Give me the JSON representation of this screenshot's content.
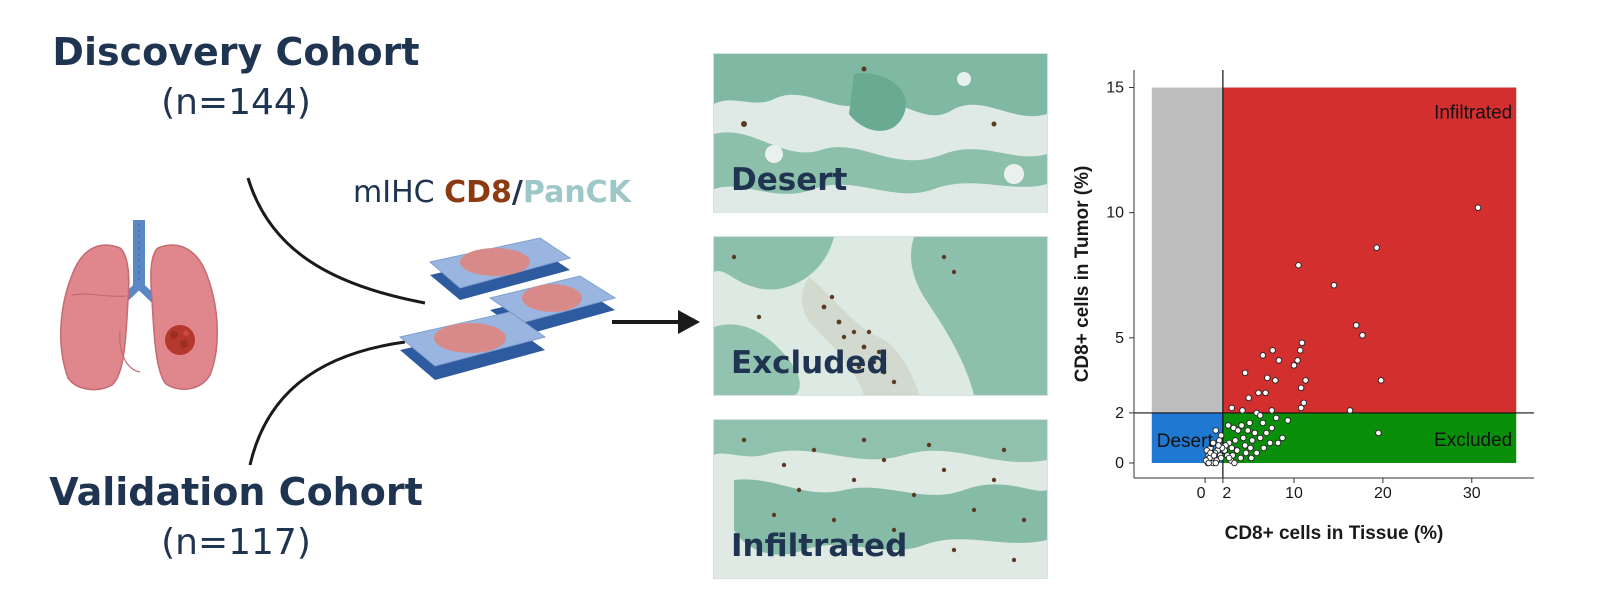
{
  "discovery": {
    "title": "Discovery Cohort",
    "n": "(n=144)"
  },
  "validation": {
    "title": "Validation Cohort",
    "n": "(n=117)"
  },
  "stain": {
    "prefix": "mIHC ",
    "marker1": "CD8",
    "sep": "/",
    "marker2": "PanCK"
  },
  "panels": [
    {
      "label": "Desert"
    },
    {
      "label": "Excluded"
    },
    {
      "label": "Infiltrated"
    }
  ],
  "colors": {
    "navy": "#1f3450",
    "cd8": "#8b3a12",
    "panck": "#9ec8c8",
    "desert_zone": "#bdbdbd",
    "desert_low": "#1f78d1",
    "infiltrated": "#d32f2f",
    "excluded": "#0a8f0a"
  },
  "chart_data": {
    "type": "scatter",
    "xlabel": "CD8+ cells in Tissue (%)",
    "ylabel": "CD8+ cells in Tumor (%)",
    "x_ticks": [
      "0",
      "2",
      "10",
      "20",
      "30"
    ],
    "y_ticks": [
      "0",
      "2",
      "5",
      "10",
      "15"
    ],
    "x_ticks_values": [
      0,
      2,
      10,
      20,
      30
    ],
    "y_ticks_values": [
      0,
      2,
      5,
      10,
      15
    ],
    "xlim": [
      -8,
      37
    ],
    "ylim": [
      -0.6,
      15.7
    ],
    "thresholds": {
      "x": 2,
      "y": 2
    },
    "zones": [
      {
        "name": "Infiltrated"
      },
      {
        "name": "Excluded"
      },
      {
        "name": "Desert"
      }
    ],
    "points": {
      "x": [
        30.7,
        19.3,
        10.5,
        14.5,
        17.0,
        17.7,
        10.9,
        10.7,
        7.6,
        6.5,
        8.3,
        10.4,
        10.0,
        4.5,
        7.0,
        7.9,
        11.3,
        10.8,
        19.8,
        6.0,
        6.8,
        4.9,
        16.3,
        11.1,
        10.8,
        3.0,
        4.2,
        5.8,
        7.5,
        6.2,
        19.5,
        8.0,
        9.3,
        6.5,
        5.0,
        4.1,
        3.2,
        2.6,
        3.7,
        4.8,
        5.6,
        6.9,
        7.5,
        8.7,
        4.3,
        5.3,
        6.2,
        7.3,
        8.2,
        3.4,
        4.5,
        5.1,
        6.6,
        2.7,
        3.6,
        4.6,
        5.8,
        3.1,
        4.0,
        5.2,
        2.3,
        2.9,
        3.3,
        2.5,
        3.0,
        2.2,
        2.7,
        1.8,
        1.2,
        1.6,
        1.9,
        0.9,
        1.4,
        1.1,
        1.7,
        0.6,
        1.0,
        0.8,
        1.3,
        0.4,
        0.7,
        1.5,
        0.3,
        0.5,
        0.2,
        0.9,
        1.2,
        0.6,
        0.1,
        1.8,
        0.4,
        1.0
      ],
      "y": [
        10.2,
        8.6,
        7.9,
        7.1,
        5.5,
        5.1,
        4.8,
        4.5,
        4.5,
        4.3,
        4.1,
        4.1,
        3.9,
        3.6,
        3.4,
        3.3,
        3.3,
        3.0,
        3.3,
        2.8,
        2.8,
        2.6,
        2.1,
        2.4,
        2.2,
        2.2,
        2.1,
        2.0,
        2.1,
        1.9,
        1.2,
        1.8,
        1.7,
        1.6,
        1.6,
        1.5,
        1.4,
        1.5,
        1.3,
        1.3,
        1.2,
        1.2,
        1.4,
        1.0,
        1.0,
        0.9,
        1.0,
        0.8,
        0.8,
        0.9,
        0.7,
        0.6,
        0.6,
        0.8,
        0.5,
        0.4,
        0.4,
        0.3,
        0.2,
        0.2,
        0.7,
        0.1,
        0.0,
        0.3,
        0.6,
        0.5,
        0.2,
        1.1,
        1.3,
        0.9,
        0.6,
        0.8,
        0.5,
        0.4,
        0.3,
        0.6,
        0.2,
        0.1,
        0.1,
        0.3,
        0.4,
        0.7,
        0.0,
        0.2,
        0.5,
        0.0,
        0.0,
        0.4,
        0.1,
        0.2,
        0.0,
        0.3
      ]
    }
  }
}
